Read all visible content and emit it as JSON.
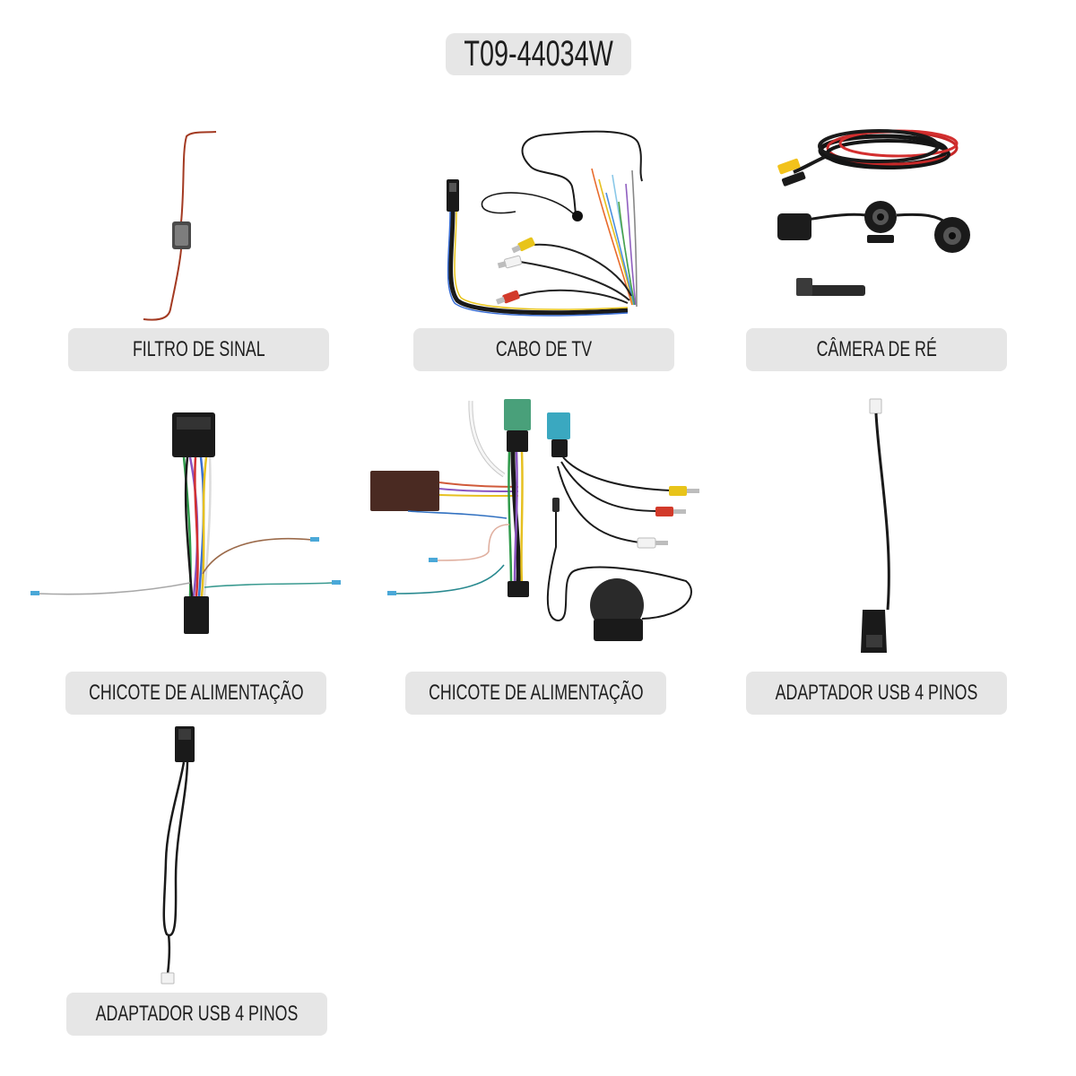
{
  "title": "T09-44034W",
  "items": [
    {
      "label": "FILTRO DE SINAL"
    },
    {
      "label": "CABO DE TV"
    },
    {
      "label": "CÂMERA DE RÉ"
    },
    {
      "label": "CHICOTE DE ALIMENTAÇÃO"
    },
    {
      "label": "CHICOTE DE ALIMENTAÇÃO"
    },
    {
      "label": "ADAPTADOR USB 4 PINOS"
    },
    {
      "label": "ADAPTADOR USB 4 PINOS"
    }
  ],
  "colors": {
    "background": "#ffffff",
    "label_bg": "#e6e6e6",
    "text": "#1e1e1e"
  }
}
